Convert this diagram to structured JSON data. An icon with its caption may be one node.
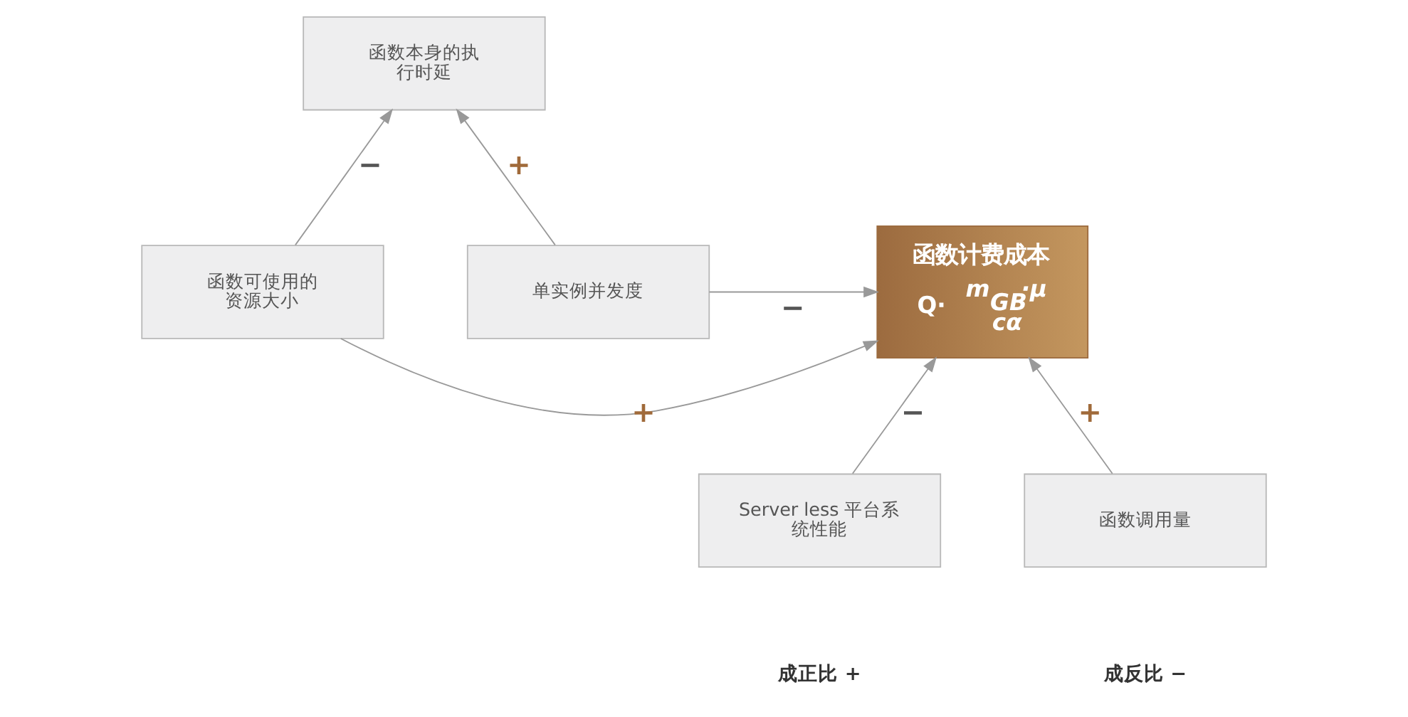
{
  "diagram": {
    "nodes": [
      {
        "text": [
          "函数本身的执行时延"
        ]
      },
      {
        "text": [
          "函数可使用的资源大小"
        ]
      },
      {
        "text": [
          "函数计费成本",
          "Q·",
          "m$_{GB}$·μ",
          "cα"
        ]
      },
      {
        "text": [
          "单实例并发度"
        ]
      },
      {
        "text": [
          "Server less 平台系统性能"
        ]
      },
      {
        "text": [
          "函数调用量"
        ]
      }
    ],
    "edges": [
      {
        "from": 1,
        "to": 0,
        "arrow": "to",
        "label": "−"
      },
      {
        "from": 1,
        "to": 2,
        "arrow": "to",
        "label": "+"
      },
      {
        "from": 3,
        "to": 0,
        "arrow": "to",
        "label": "+"
      },
      {
        "from": 3,
        "to": 2,
        "arrow": "to",
        "label": "−"
      },
      {
        "from": 4,
        "to": 2,
        "arrow": "to",
        "label": "−"
      },
      {
        "from": 5,
        "to": 2,
        "arrow": "to",
        "label": "+"
      }
    ],
    "labels": [
      "成正比 +",
      "成反比 −"
    ]
  }
}
